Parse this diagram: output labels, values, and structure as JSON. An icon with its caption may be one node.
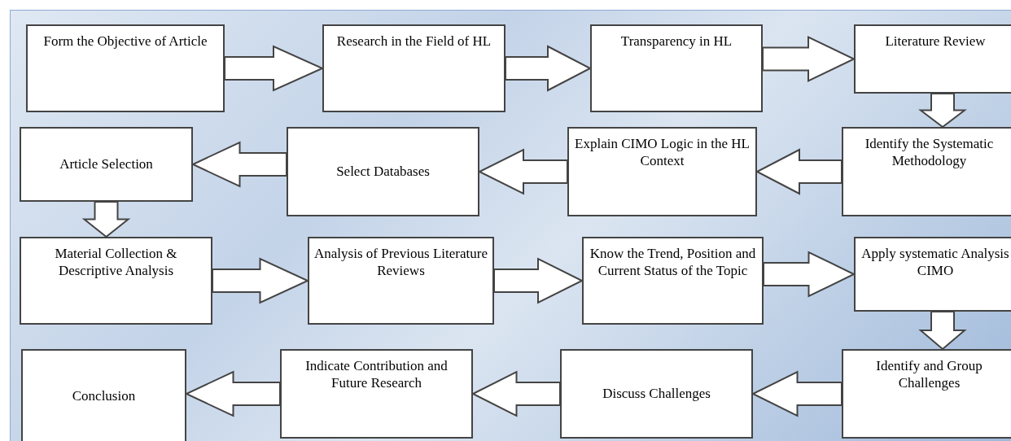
{
  "diagram": {
    "nodes": [
      {
        "text": [
          "Form the Objective of Article"
        ]
      },
      {
        "text": [
          "Research in the Field of HL"
        ]
      },
      {
        "text": [
          "Transparency in HL"
        ]
      },
      {
        "text": [
          "Literature Review"
        ]
      },
      {
        "text": [
          "Identify the Systematic Methodology"
        ]
      },
      {
        "text": [
          "Explain CIMO Logic in the HL Context"
        ]
      },
      {
        "text": [
          "Select Databases"
        ]
      },
      {
        "text": [
          "Article Selection"
        ]
      },
      {
        "text": [
          "Material Collection & Descriptive Analysis"
        ]
      },
      {
        "text": [
          "Analysis of Previous Literature Reviews"
        ]
      },
      {
        "text": [
          "Know the Trend, Position and Current Status of the Topic"
        ]
      },
      {
        "text": [
          "Apply systematic Analysis CIMO"
        ]
      },
      {
        "text": [
          "Identify and Group Challenges"
        ]
      },
      {
        "text": [
          "Discuss Challenges"
        ]
      },
      {
        "text": [
          "Indicate Contribution and Future Research"
        ]
      },
      {
        "text": [
          "Conclusion"
        ]
      }
    ],
    "edges": [
      {
        "from": 0,
        "to": 1,
        "arrow": "to"
      },
      {
        "from": 1,
        "to": 2,
        "arrow": "to"
      },
      {
        "from": 2,
        "to": 3,
        "arrow": "to"
      },
      {
        "from": 3,
        "to": 4,
        "arrow": "to"
      },
      {
        "from": 4,
        "to": 5,
        "arrow": "to"
      },
      {
        "from": 5,
        "to": 6,
        "arrow": "to"
      },
      {
        "from": 6,
        "to": 7,
        "arrow": "to"
      },
      {
        "from": 7,
        "to": 8,
        "arrow": "to"
      },
      {
        "from": 8,
        "to": 9,
        "arrow": "to"
      },
      {
        "from": 9,
        "to": 10,
        "arrow": "to"
      },
      {
        "from": 10,
        "to": 11,
        "arrow": "to"
      },
      {
        "from": 11,
        "to": 12,
        "arrow": "to"
      },
      {
        "from": 12,
        "to": 13,
        "arrow": "to"
      },
      {
        "from": 13,
        "to": 14,
        "arrow": "to"
      },
      {
        "from": 14,
        "to": 15,
        "arrow": "to"
      }
    ]
  }
}
